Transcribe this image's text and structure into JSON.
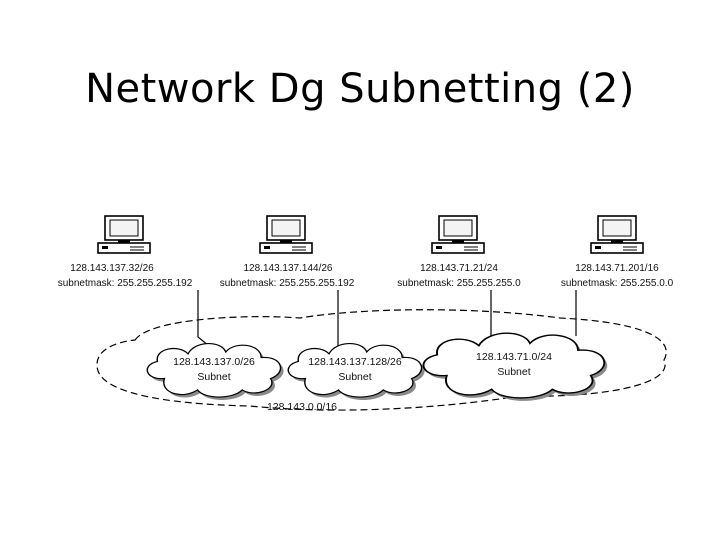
{
  "slide": {
    "title": "Network Dg Subnetting (2)"
  },
  "hosts": [
    {
      "ip": "128.143.137.32/26",
      "mask": "subnetmask: 255.255.255.192"
    },
    {
      "ip": "128.143.137.144/26",
      "mask": "subnetmask: 255.255.255.192"
    },
    {
      "ip": "128.143.71.21/24",
      "mask": "subnetmask: 255.255.255.0"
    },
    {
      "ip": "128.143.71.201/16",
      "mask": "subnetmask: 255.255.0.0"
    }
  ],
  "subnets": [
    {
      "address": "128.143.137.0/26",
      "label": "Subnet"
    },
    {
      "address": "128.143.137.128/26",
      "label": "Subnet"
    },
    {
      "address": "128.143.71.0/24",
      "label": "Subnet"
    }
  ],
  "network": {
    "address": "128.143.0.0/16"
  }
}
